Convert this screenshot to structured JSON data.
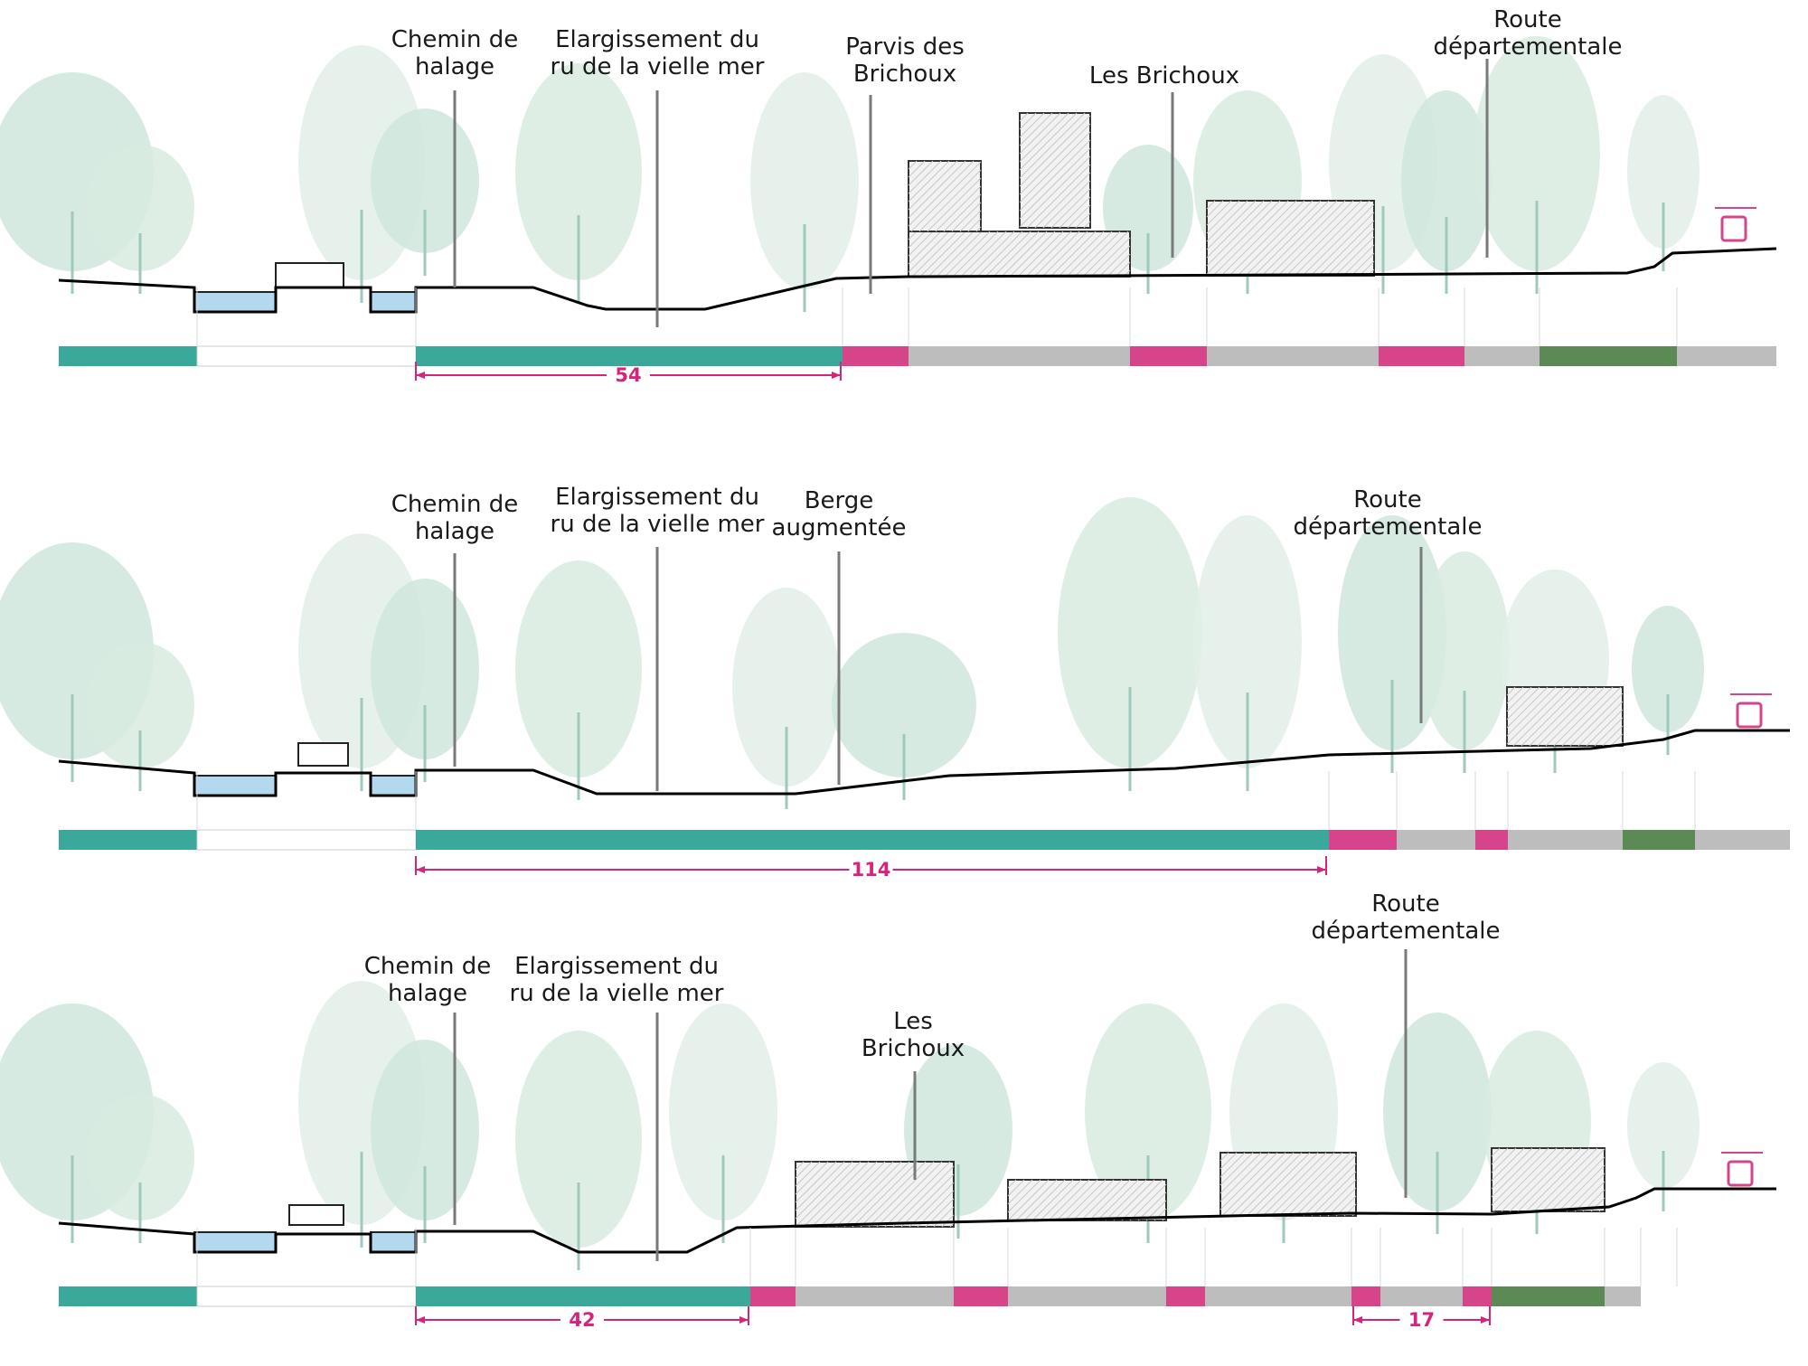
{
  "colors": {
    "teal": "#3aa89a",
    "magenta": "#d6458a",
    "grey": "#bdbdbd",
    "green": "#5b8a55",
    "water": "#b3d9ef",
    "dimension": "#d6247a",
    "ground": "#000000",
    "path": "#e39a2c"
  },
  "sections": [
    {
      "labels": [
        {
          "id": "chemin",
          "lines": [
            "Chemin de",
            "halage"
          ]
        },
        {
          "id": "elargissement",
          "lines": [
            "Elargissement du",
            "ru de la vielle mer"
          ]
        },
        {
          "id": "parvis",
          "lines": [
            "Parvis des",
            "Brichoux"
          ]
        },
        {
          "id": "brichoux",
          "lines": [
            "Les Brichoux"
          ]
        },
        {
          "id": "route",
          "lines": [
            "Route",
            "départementale"
          ]
        }
      ],
      "band": [
        "teal",
        "white",
        "teal",
        "magenta",
        "grey",
        "magenta",
        "grey",
        "magenta",
        "grey",
        "green",
        "grey"
      ],
      "dimensions": [
        "54"
      ]
    },
    {
      "labels": [
        {
          "id": "chemin",
          "lines": [
            "Chemin de",
            "halage"
          ]
        },
        {
          "id": "elargissement",
          "lines": [
            "Elargissement du",
            "ru de la vielle mer"
          ]
        },
        {
          "id": "berge",
          "lines": [
            "Berge",
            "augmentée"
          ]
        },
        {
          "id": "route",
          "lines": [
            "Route",
            "départementale"
          ]
        }
      ],
      "band": [
        "teal",
        "white",
        "teal",
        "magenta",
        "grey",
        "magenta",
        "grey",
        "green",
        "grey"
      ],
      "dimensions": [
        "114"
      ]
    },
    {
      "labels": [
        {
          "id": "chemin",
          "lines": [
            "Chemin de",
            "halage"
          ]
        },
        {
          "id": "elargissement",
          "lines": [
            "Elargissement du",
            "ru de la vielle mer"
          ]
        },
        {
          "id": "brichoux",
          "lines": [
            "Les",
            "Brichoux"
          ]
        },
        {
          "id": "route",
          "lines": [
            "Route",
            "départementale"
          ]
        }
      ],
      "band": [
        "teal",
        "white",
        "teal",
        "magenta",
        "grey",
        "magenta",
        "grey",
        "magenta",
        "grey",
        "magenta",
        "grey",
        "magenta",
        "green",
        "grey"
      ],
      "dimensions": [
        "42",
        "17"
      ]
    }
  ]
}
